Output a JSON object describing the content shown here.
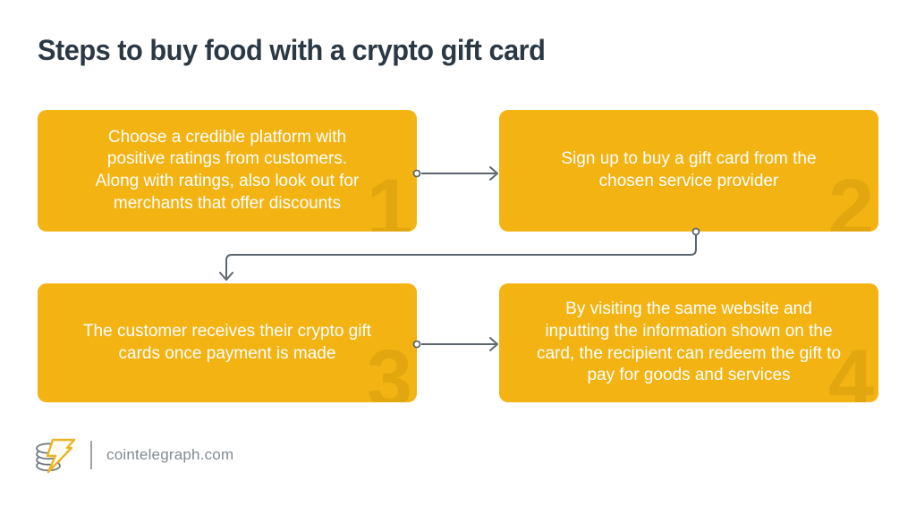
{
  "title": "Steps to buy food with a crypto gift card",
  "steps": [
    {
      "number": "1",
      "text": "Choose a credible platform with\npositive ratings from customers.\nAlong with ratings, also look out for\nmerchants that offer discounts"
    },
    {
      "number": "2",
      "text": "Sign up to buy a gift card from the\nchosen service provider"
    },
    {
      "number": "3",
      "text": "The customer receives their crypto gift\ncards once payment is made"
    },
    {
      "number": "4",
      "text": "By visiting the same website and\ninputting the information shown on the\ncard, the recipient can redeem the gift to\npay for goods and services"
    }
  ],
  "footer": {
    "brand": "cointelegraph.com",
    "logo_icon": "coin-stack-lightning-icon"
  },
  "colors": {
    "box_yellow": "#F2B313",
    "watermark_number": "#E2A70F",
    "title_text": "#2B3945",
    "step_text": "#FFFFFF",
    "connector": "#5C666F",
    "footer_text": "#818B93",
    "logo_bolt": "#EDB423"
  }
}
